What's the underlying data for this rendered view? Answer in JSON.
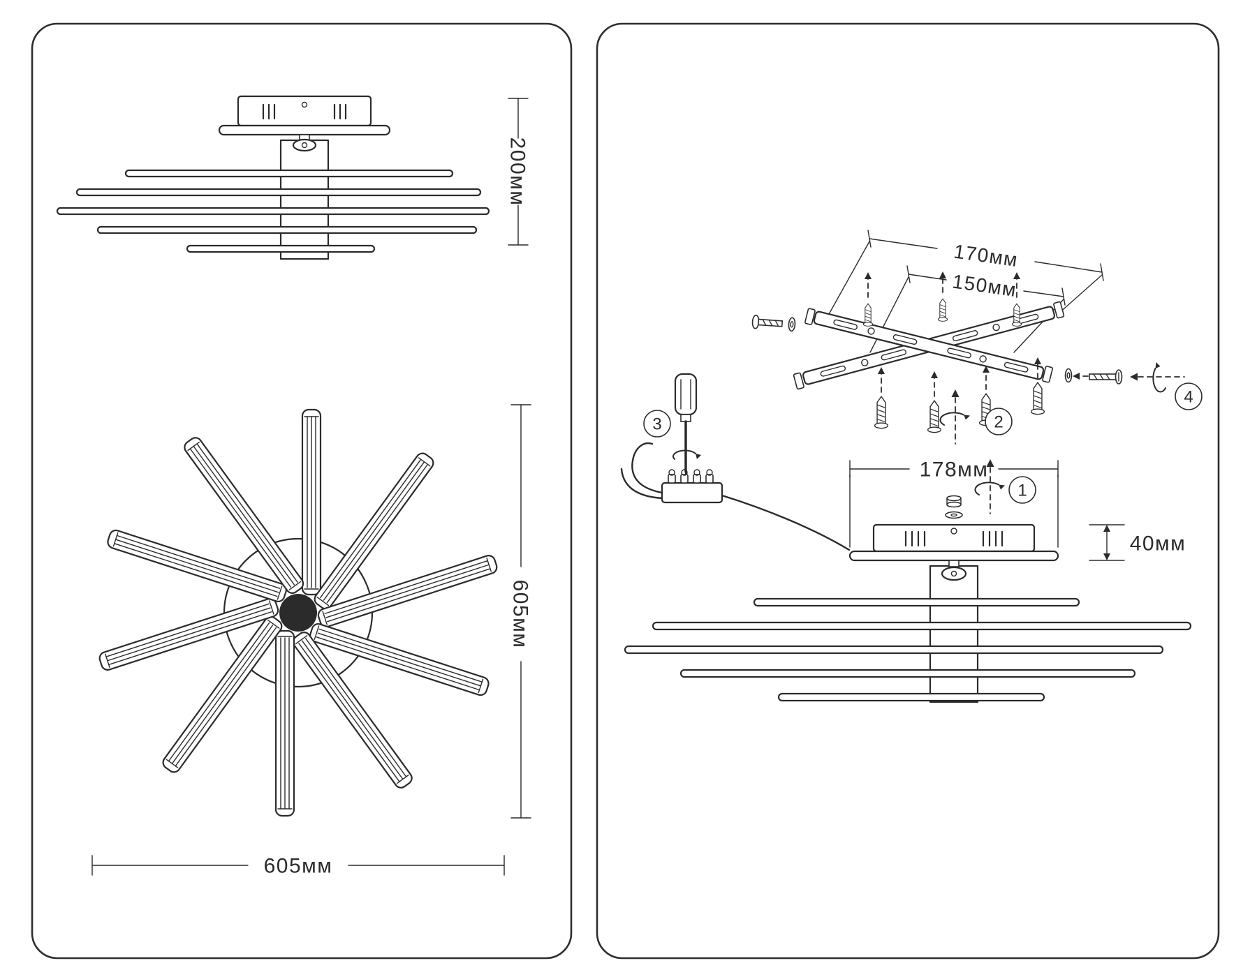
{
  "colors": {
    "ink": "#2b2b2b",
    "paper": "#ffffff"
  },
  "left_panel": {
    "side_view": {
      "height_dim": "200мм"
    },
    "top_view": {
      "height_dim": "605мм",
      "width_dim": "605мм"
    }
  },
  "right_panel": {
    "dims": {
      "bracket_outer": "170мм",
      "bracket_inner": "150мм",
      "canopy_width": "178мм",
      "canopy_height": "40мм"
    },
    "steps": {
      "s1": "1",
      "s2": "2",
      "s3": "3",
      "s4": "4"
    }
  }
}
